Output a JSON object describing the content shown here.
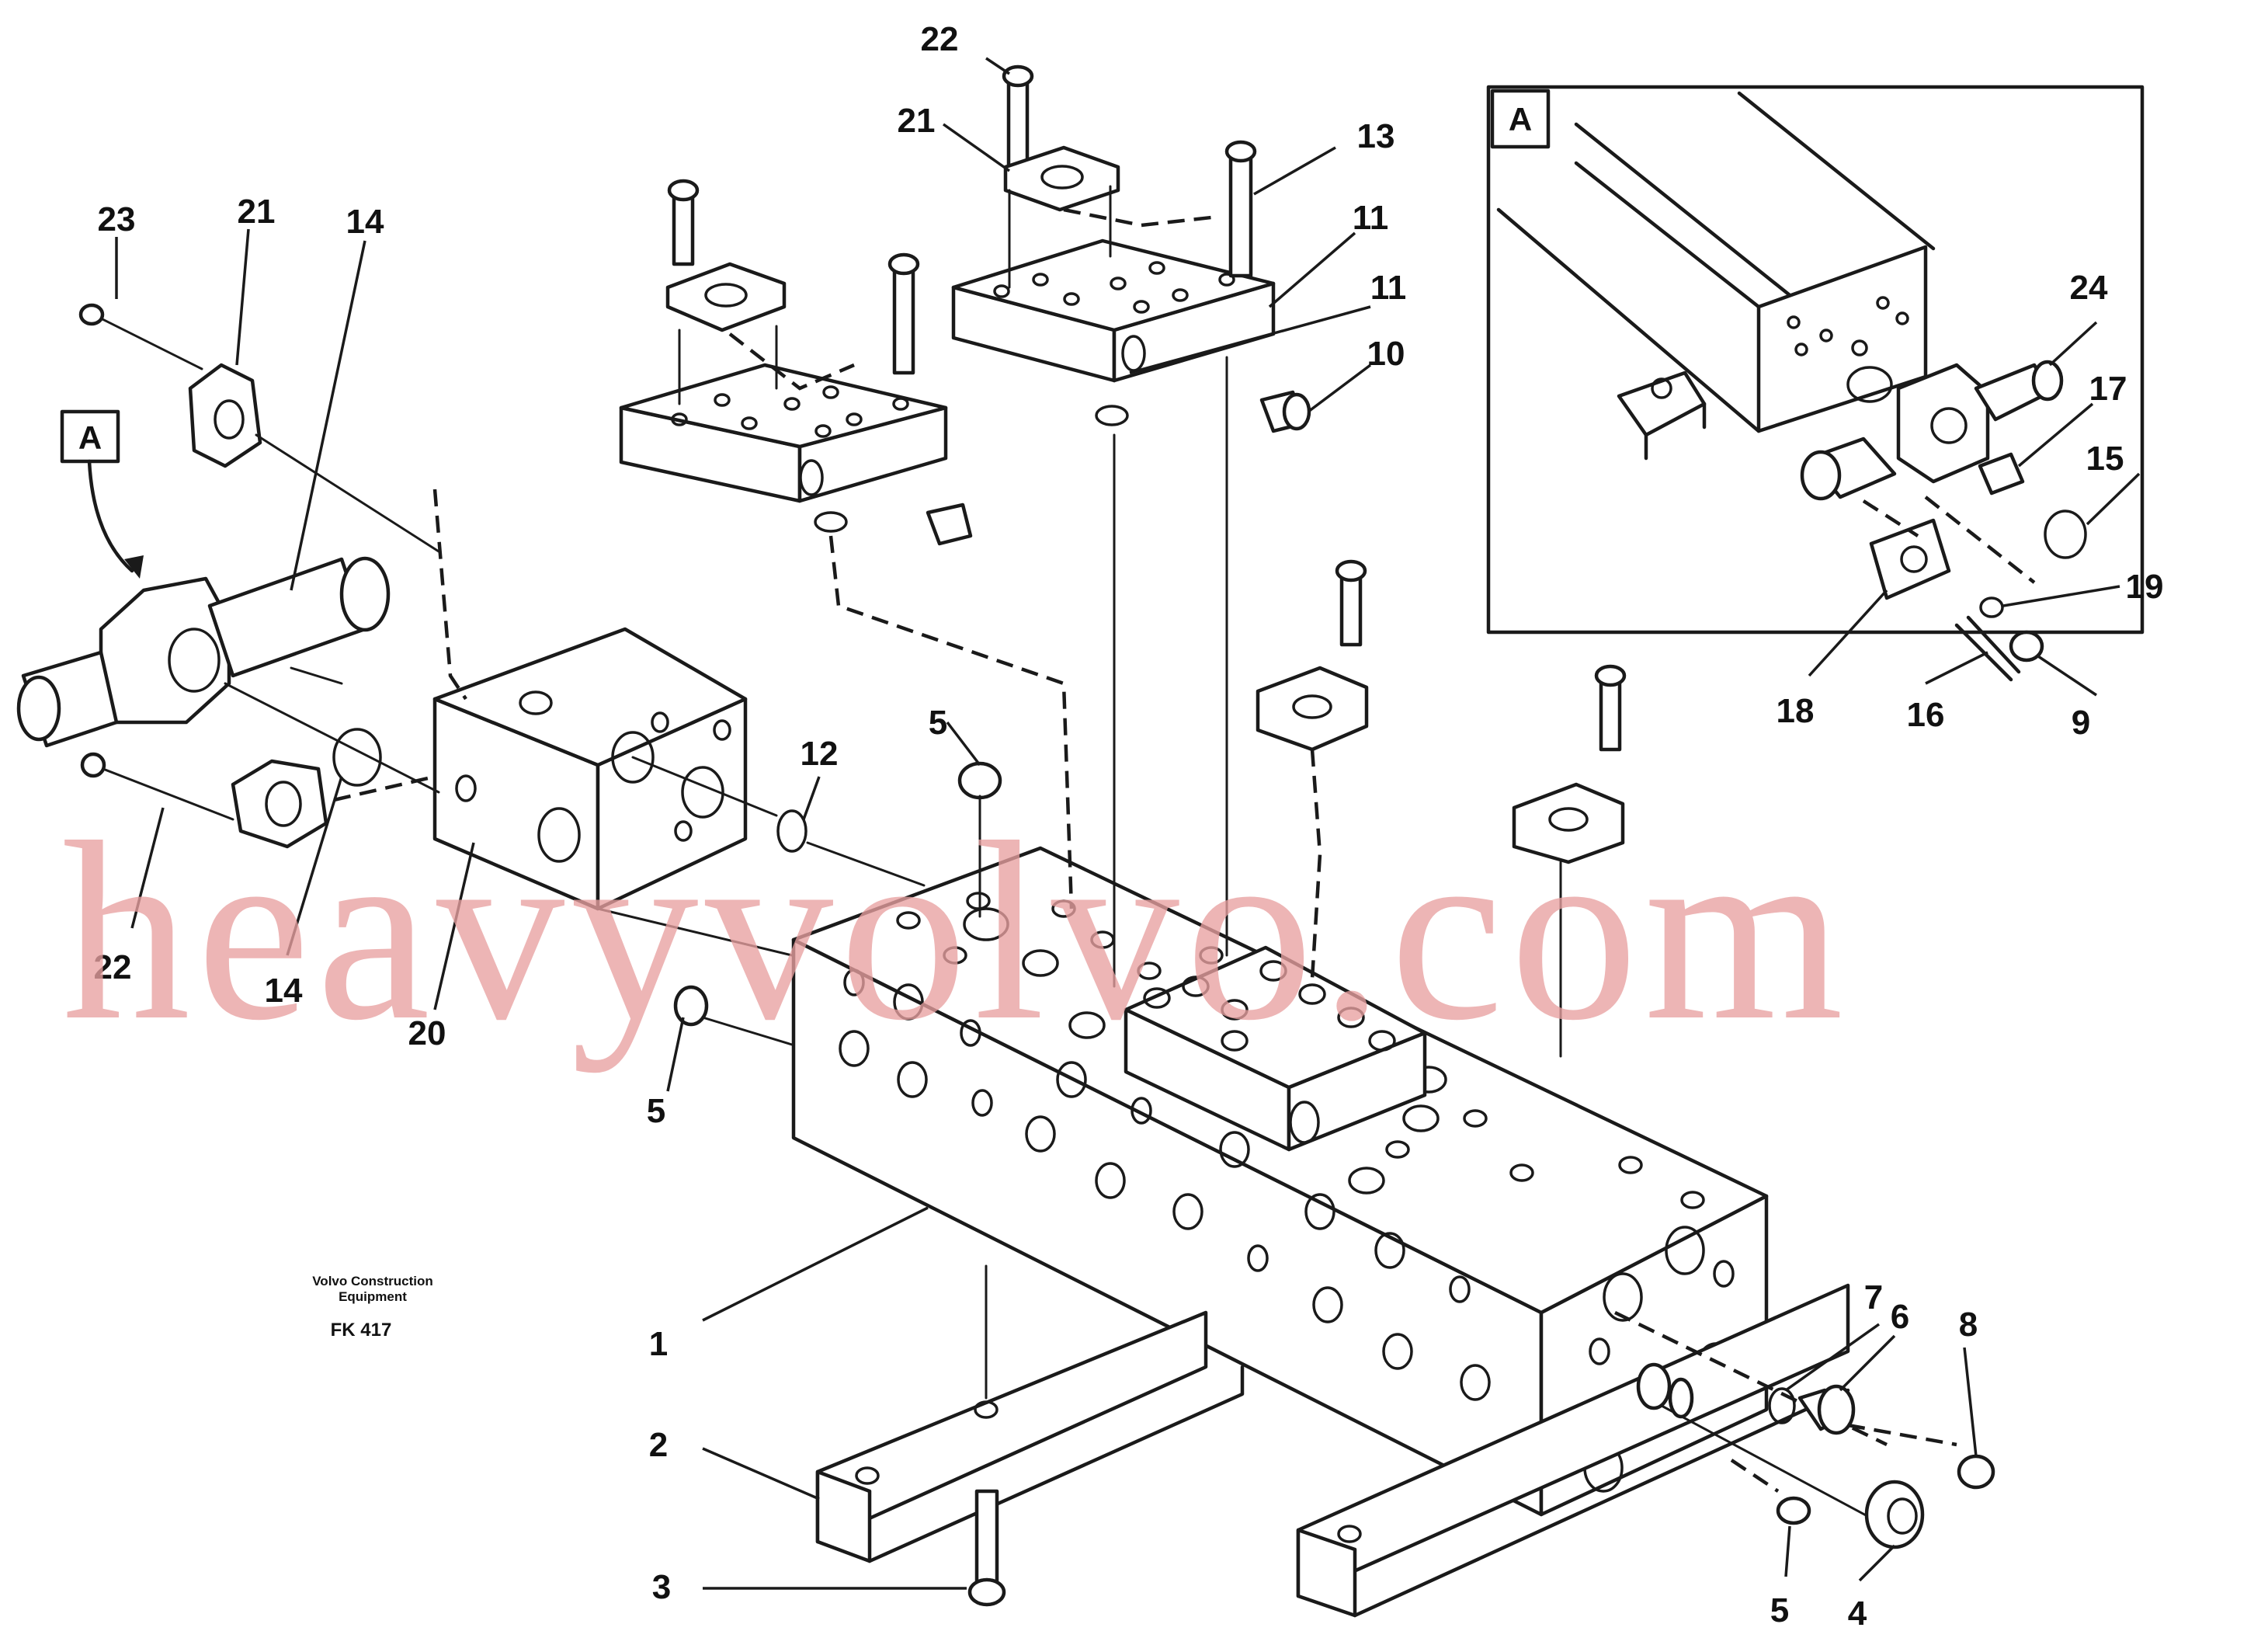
{
  "diagram": {
    "view_tag": "A",
    "caption_company": "Volvo Construction Equipment",
    "caption_line1": "Volvo Construction",
    "caption_line2": "Equipment",
    "figure_code": "FK 417",
    "watermark": "heavyvolvo.com",
    "callouts": [
      {
        "id": "c1",
        "text": "1"
      },
      {
        "id": "c2",
        "text": "2"
      },
      {
        "id": "c3",
        "text": "3"
      },
      {
        "id": "c4",
        "text": "4"
      },
      {
        "id": "c5a",
        "text": "5"
      },
      {
        "id": "c5b",
        "text": "5"
      },
      {
        "id": "c5c",
        "text": "5"
      },
      {
        "id": "c6",
        "text": "6"
      },
      {
        "id": "c7",
        "text": "7"
      },
      {
        "id": "c8",
        "text": "8"
      },
      {
        "id": "c9",
        "text": "9"
      },
      {
        "id": "c10",
        "text": "10"
      },
      {
        "id": "c11a",
        "text": "11"
      },
      {
        "id": "c11b",
        "text": "11"
      },
      {
        "id": "c12",
        "text": "12"
      },
      {
        "id": "c13",
        "text": "13"
      },
      {
        "id": "c14a",
        "text": "14"
      },
      {
        "id": "c14b",
        "text": "14"
      },
      {
        "id": "c15",
        "text": "15"
      },
      {
        "id": "c16",
        "text": "16"
      },
      {
        "id": "c17",
        "text": "17"
      },
      {
        "id": "c18",
        "text": "18"
      },
      {
        "id": "c19",
        "text": "19"
      },
      {
        "id": "c20",
        "text": "20"
      },
      {
        "id": "c21a",
        "text": "21"
      },
      {
        "id": "c21b",
        "text": "21"
      },
      {
        "id": "c22a",
        "text": "22"
      },
      {
        "id": "c22b",
        "text": "22"
      },
      {
        "id": "c23",
        "text": "23"
      },
      {
        "id": "c24",
        "text": "24"
      }
    ]
  }
}
